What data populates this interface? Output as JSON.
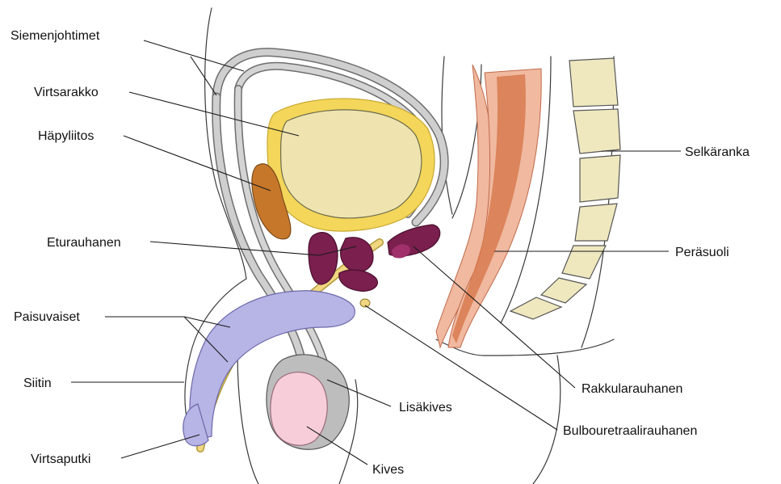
{
  "labels": {
    "siemenjohtimet": "Siemenjohtimet",
    "virtsarakko": "Virtsarakko",
    "hapyliitos": "Häpyliitos",
    "eturauhanen": "Eturauhanen",
    "paisuvaiset": "Paisuvaiset",
    "siitin": "Siitin",
    "virtsaputki": "Virtsaputki",
    "kives": "Kives",
    "lisakives": "Lisäkives",
    "bulbouretraalirauhanen": "Bulbouretraalirauhanen",
    "rakkularauhanen": "Rakkularauhanen",
    "perasuoli": "Peräsuoli",
    "selkaranka": "Selkäranka"
  },
  "colors": {
    "bladder_fill": "#efe4b0",
    "bladder_rim": "#f3d65a",
    "pubic_bone": "#c7772a",
    "prostate": "#7a1f4e",
    "erectile": "#b7b4e6",
    "urethra": "#f0d680",
    "testis": "#f6cdd9",
    "epididymis": "#bdbdbd",
    "vas_deferens": "#c9c9c9",
    "rectum_outer": "#f0b9a0",
    "rectum_inner": "#d87a4f",
    "vertebra": "#efe8bf",
    "ink": "#111111"
  }
}
